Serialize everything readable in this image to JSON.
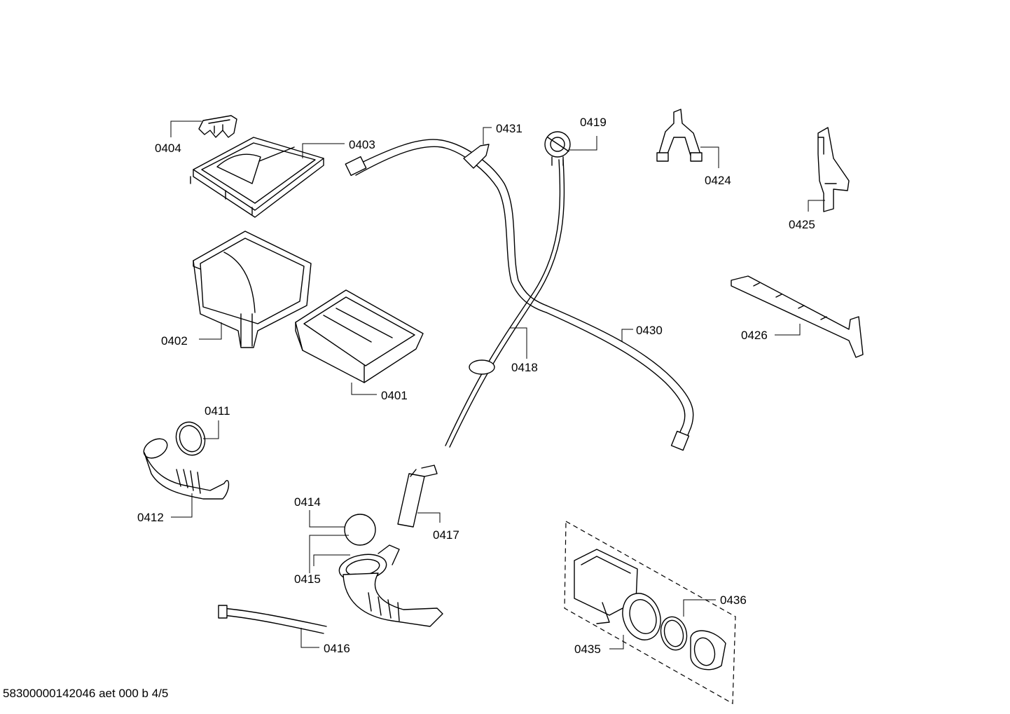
{
  "parts": {
    "p0401": "0401",
    "p0402": "0402",
    "p0403": "0403",
    "p0404": "0404",
    "p0411": "0411",
    "p0412": "0412",
    "p0414": "0414",
    "p0415": "0415",
    "p0416": "0416",
    "p0417": "0417",
    "p0418": "0418",
    "p0419": "0419",
    "p0424": "0424",
    "p0425": "0425",
    "p0426": "0426",
    "p0430": "0430",
    "p0431": "0431",
    "p0435": "0435",
    "p0436": "0436"
  },
  "footer": {
    "doc_id": "58300000142046 aet 000 b 4/5"
  }
}
